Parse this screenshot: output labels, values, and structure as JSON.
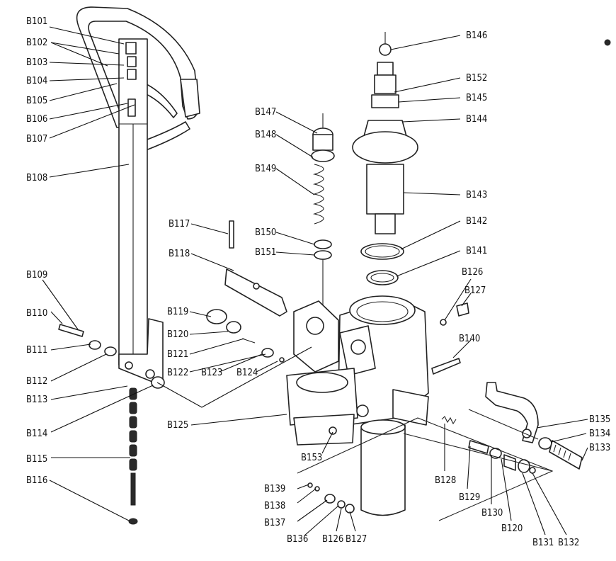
{
  "callouts": {
    "B101": "B101",
    "B102": "B102",
    "B103": "B103",
    "B104": "B104",
    "B105": "B105",
    "B106": "B106",
    "B107": "B107",
    "B108": "B108",
    "B109": "B109",
    "B110": "B110",
    "B111": "B111",
    "B112": "B112",
    "B113": "B113",
    "B114": "B114",
    "B115": "B115",
    "B116": "B116",
    "B117": "B117",
    "B118": "B118",
    "B119": "B119",
    "B120": "B120",
    "B120b": "B120",
    "B121": "B121",
    "B122": "B122",
    "B123": "B123",
    "B124": "B124",
    "B125": "B125",
    "B126": "B126",
    "B126b": "B126",
    "B127": "B127",
    "B127b": "B127",
    "B128": "B128",
    "B129": "B129",
    "B130": "B130",
    "B131": "B131",
    "B132": "B132",
    "B133": "B133",
    "B134": "B134",
    "B135": "B135",
    "B136": "B136",
    "B137": "B137",
    "B138": "B138",
    "B139": "B139",
    "B140": "B140",
    "B141": "B141",
    "B142": "B142",
    "B143": "B143",
    "B144": "B144",
    "B145": "B145",
    "B146": "B146",
    "B147": "B147",
    "B148": "B148",
    "B149": "B149",
    "B150": "B150",
    "B151": "B151",
    "B152": "B152",
    "B153": "B153"
  }
}
